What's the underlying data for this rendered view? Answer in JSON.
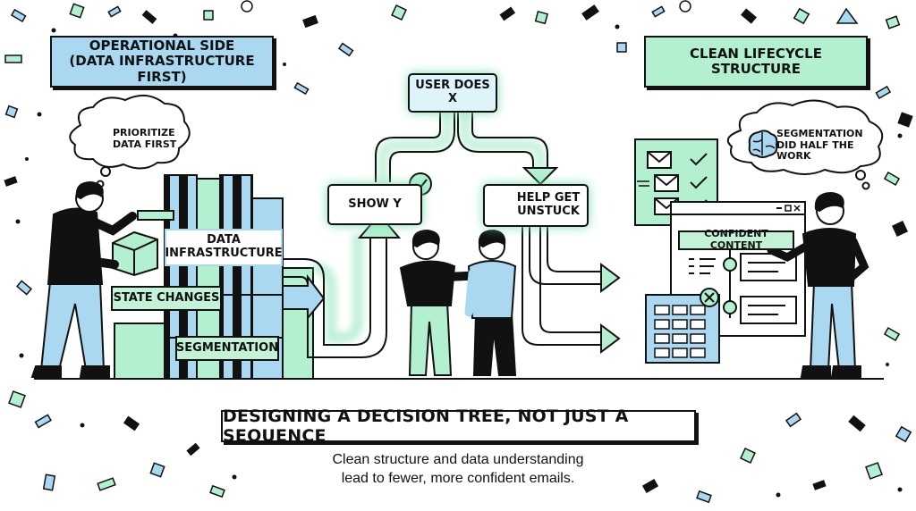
{
  "panels": {
    "left_title": "OPERATIONAL SIDE\n(DATA INFRASTRUCTURE FIRST)",
    "right_title": "CLEAN LIFECYCLE\nSTRUCTURE"
  },
  "thoughts": {
    "left": "PRIORITIZE\nDATA FIRST",
    "right": "SEGMENTATION\nDID HALF THE WORK"
  },
  "infrastructure": {
    "main": "DATA\nINFRASTRUCTURE",
    "state_changes": "STATE CHANGES",
    "segmentation": "SEGMENTATION"
  },
  "decision_tree": {
    "root": "USER DOES X",
    "branch_left": "SHOW Y",
    "branch_right": "HELP GET\nUNSTUCK"
  },
  "lifecycle": {
    "content_label": "CONFIDENT CONTENT"
  },
  "footer": {
    "title": "DESIGNING A DECISION TREE, NOT JUST A SEQUENCE",
    "caption": "Clean structure and data understanding\nlead to fewer, more confident emails."
  },
  "colors": {
    "blue": "#a9d8f0",
    "green": "#b3f0cf",
    "ink": "#111111",
    "glow": "#7fe0b0"
  },
  "icons": [
    "gear-icon",
    "brain-icon",
    "check-icon",
    "envelope-icon",
    "close-icon",
    "arrow-icon"
  ]
}
